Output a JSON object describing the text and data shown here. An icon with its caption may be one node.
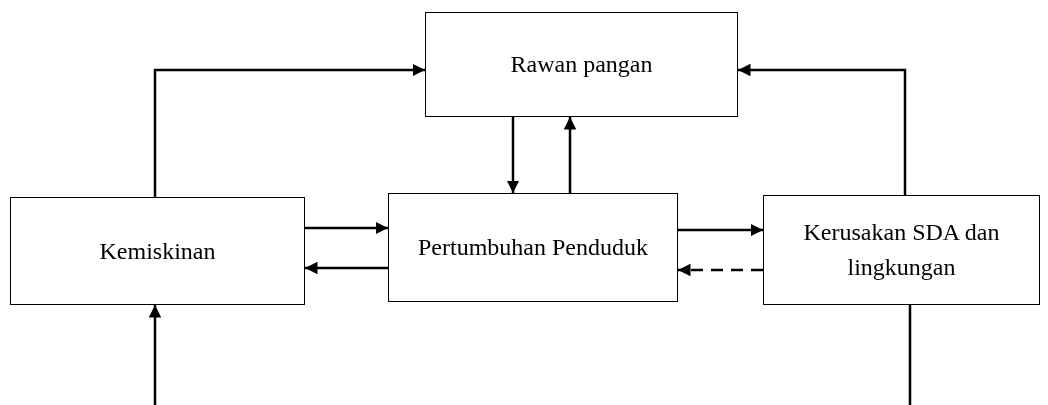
{
  "diagram": {
    "nodes": [
      {
        "text": [
          "Rawan pangan"
        ]
      },
      {
        "text": [
          "Kemiskinan"
        ]
      },
      {
        "text": [
          "Pertumbuhan Penduduk"
        ]
      },
      {
        "text": [
          "Kerusakan SDA dan lingkungan"
        ]
      }
    ],
    "edges": [
      {
        "from": 1,
        "to": 0,
        "arrow": "to"
      },
      {
        "from": 3,
        "to": 0,
        "arrow": "to"
      },
      {
        "from": 0,
        "to": 2,
        "arrow": "to"
      },
      {
        "from": 2,
        "to": 0,
        "arrow": "to"
      },
      {
        "from": 1,
        "to": 2,
        "arrow": "to"
      },
      {
        "from": 2,
        "to": 1,
        "arrow": "to"
      },
      {
        "from": 2,
        "to": 3,
        "arrow": "to"
      },
      {
        "from": 3,
        "to": 2,
        "arrow": "to",
        "style": "dashed"
      },
      {
        "from": null,
        "to": 1,
        "arrow": "to"
      },
      {
        "from": 3,
        "to": null,
        "arrow": "none"
      }
    ]
  }
}
